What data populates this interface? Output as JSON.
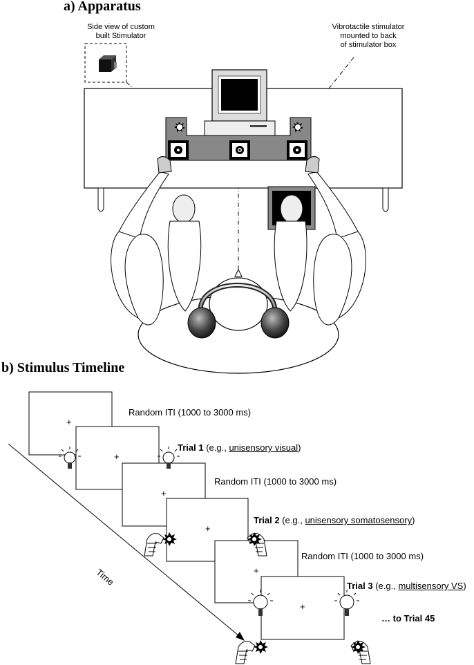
{
  "panel_a": {
    "heading": "a)   Apparatus",
    "callout_left": [
      "Side view of custom",
      "built Stimulator"
    ],
    "callout_right": [
      "Vibrotactile stimulator",
      "mounted to back",
      "of stimulator box"
    ]
  },
  "panel_b": {
    "heading": "b)   Stimulus Timeline",
    "time_label": "Time",
    "iti_1": "Random ITI (1000 to 3000  ms)",
    "iti_2": "Random ITI (1000 to 3000  ms)",
    "iti_3": "Random ITI (1000 to 3000  ms)",
    "trial1": {
      "bold": "Trial  1",
      "pre": " (e.g., ",
      "underlined": "unisensory visual",
      "post": ")"
    },
    "trial2": {
      "bold": "Trial  2",
      "pre": " (e.g., ",
      "underlined": "unisensory somatosensory",
      "post": ")"
    },
    "trial3": {
      "bold": "Trial  3",
      "pre": " (e.g., ",
      "underlined": "multisensory VS",
      "post": ")"
    },
    "final": "… to Trial  45",
    "fixation": "+"
  }
}
